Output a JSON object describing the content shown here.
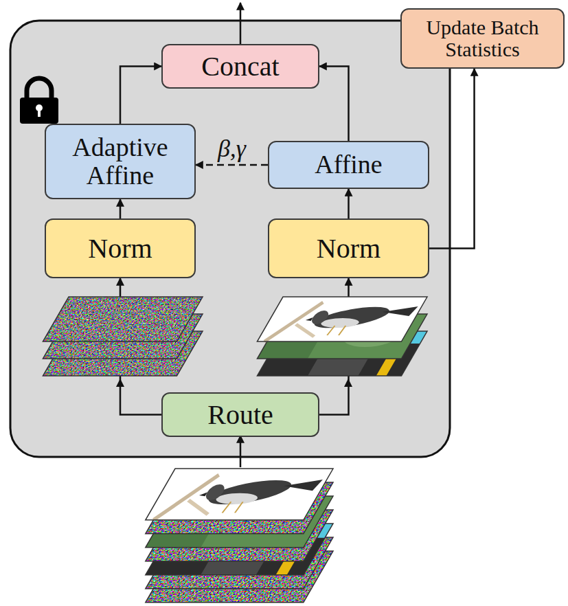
{
  "diagram": {
    "nodes": [
      {
        "text": [
          "Update Batch Statistics"
        ]
      },
      {
        "text": [
          "Concat"
        ]
      },
      {
        "text": [
          "Adaptive Affine"
        ]
      },
      {
        "text": [
          "Affine"
        ]
      },
      {
        "text": [
          "Norm"
        ]
      },
      {
        "text": [
          "Norm"
        ]
      },
      {
        "text": [
          "Route"
        ]
      }
    ],
    "edges": [
      {
        "from": 2,
        "to": 1,
        "arrow": "to"
      },
      {
        "from": 3,
        "to": 1,
        "arrow": "to"
      },
      {
        "from": 3,
        "to": 2,
        "arrow": "to",
        "label": "β,γ"
      },
      {
        "from": 4,
        "to": 2,
        "arrow": "to"
      },
      {
        "from": 5,
        "to": 3,
        "arrow": "to"
      },
      {
        "from": 5,
        "to": 0,
        "arrow": "to"
      },
      {
        "from": 6,
        "to": 4,
        "arrow": "to"
      },
      {
        "from": 6,
        "to": 5,
        "arrow": "to"
      }
    ]
  }
}
